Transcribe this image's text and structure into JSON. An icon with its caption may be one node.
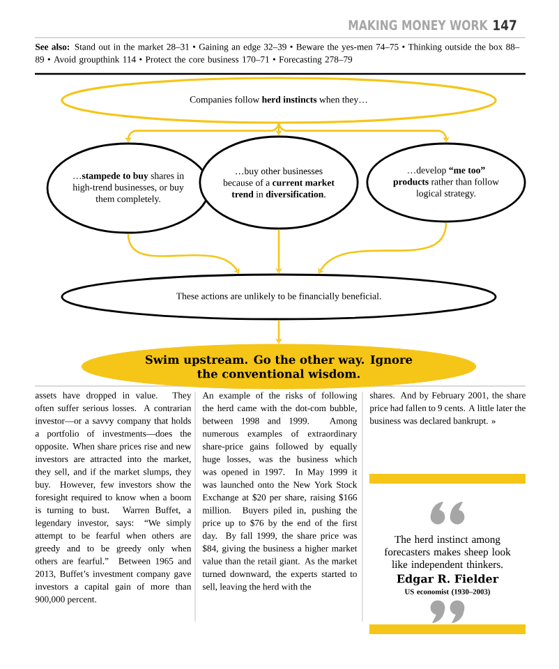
{
  "diagram": {
    "nodes": [
      {
        "text": [
          "Companies follow **herd instincts** when they…"
        ]
      },
      {
        "text": [
          "…**stampede to buy** shares in high-trend businesses, or buy them completely."
        ]
      },
      {
        "text": [
          "…buy other businesses because of a **current market trend** in **diversification**."
        ]
      },
      {
        "text": [
          "…develop **“me too” products** rather than follow logical strategy."
        ]
      },
      {
        "text": [
          "These actions are unlikely to be financially beneficial."
        ]
      },
      {
        "text": [
          "Swim upstream. Go the other way. Ignore the conventional wisdom."
        ]
      }
    ],
    "edges": [
      {
        "from": 0,
        "to": 1,
        "arrow": "to"
      },
      {
        "from": 0,
        "to": 2,
        "arrow": "to"
      },
      {
        "from": 0,
        "to": 3,
        "arrow": "to"
      },
      {
        "from": 1,
        "to": 4,
        "arrow": "to"
      },
      {
        "from": 2,
        "to": 4,
        "arrow": "to"
      },
      {
        "from": 3,
        "to": 4,
        "arrow": "to"
      },
      {
        "from": 4,
        "to": 5,
        "arrow": "to"
      }
    ],
    "labels": [
      "MAKING MONEY WORK",
      "147",
      "**See also:** Stand out in the market 28–31 • Gaining an edge 32–39 • Beware the yes-men 74–75 • Thinking outside the box 88–89 • Avoid groupthink 114 • Protect the core business 170–71 • Forecasting 278–79",
      "assets have dropped in value. They often suffer serious losses. A contrarian investor—or a savvy company that holds a portfolio of investments—does the opposite. When share prices rise and new investors are attracted into the market, they sell, and if the market slumps, they buy. However, few investors show the foresight required to know when a boom is turning to bust. Warren Buffet, a legendary investor, says: “We simply attempt to be fearful when others are greedy and to be greedy only when others are fearful.” Between 1965 and 2013, Buffet’s investment company gave investors a capital gain of more than 900,000 percent.",
      "An example of the risks of following the herd came with the dot-com bubble, between 1998 and 1999. Among numerous examples of extraordinary share-price gains followed by equally huge losses, was the business which was opened in 1997. In May 1999 it was launched onto the New York Stock Exchange at $20 per share, raising $166 million. Buyers piled in, pushing the price up to $76 by the end of the first day. By fall 1999, the share price was $84, giving the business a higher market value than the retail giant. As the market turned downward, the experts started to sell, leaving the herd with the",
      "shares. And by February 2001, the share price had fallen to 9 cents. A little later the business was declared bankrupt. »",
      "The herd instinct among forecasters makes sheep look like independent thinkers.",
      "Edgar R. Fielder",
      "US economist (1930–2003)"
    ]
  }
}
